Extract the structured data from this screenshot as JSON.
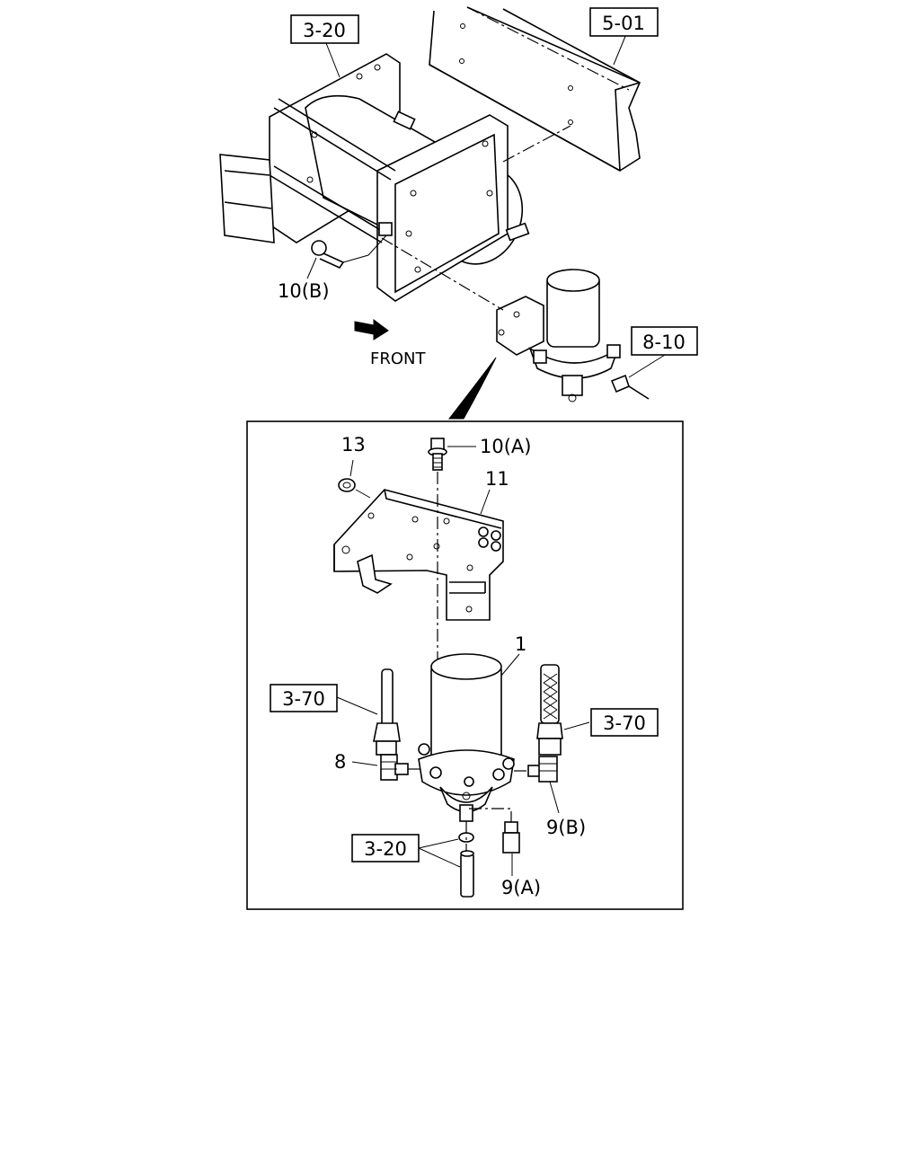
{
  "refs": {
    "r_3_20_top": "3-20",
    "r_5_01": "5-01",
    "r_8_10": "8-10",
    "r_3_70_left": "3-70",
    "r_3_70_right": "3-70",
    "r_3_20_bottom": "3-20"
  },
  "parts": {
    "p10b": "10(B)",
    "p10a": "10(A)",
    "p13": "13",
    "p11": "11",
    "p1": "1",
    "p8": "8",
    "p9b": "9(B)",
    "p9a": "9(A)"
  },
  "labels": {
    "front": "FRONT"
  },
  "icons": {
    "front_arrow": "front-direction-arrow-icon",
    "pointer": "detail-pointer-arrow-icon"
  }
}
